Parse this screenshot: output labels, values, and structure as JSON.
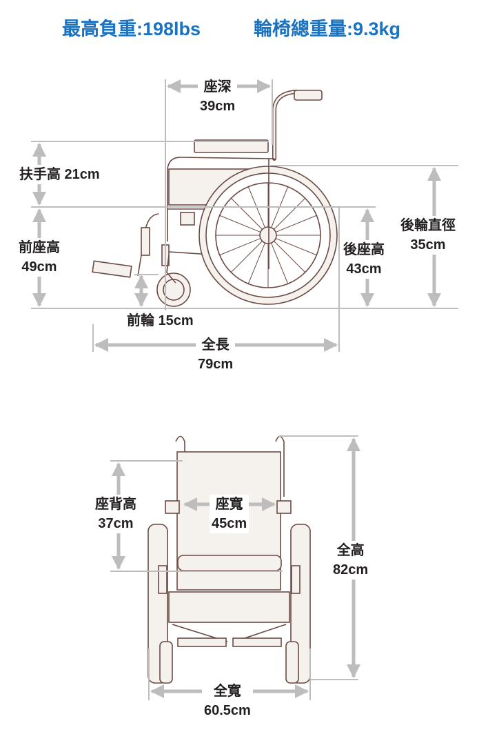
{
  "header": {
    "max_load": "最高負重:198lbs",
    "chair_weight": "輪椅總重量:9.3kg"
  },
  "side_view": {
    "seat_depth": {
      "name": "座深",
      "value": "39cm"
    },
    "armrest_height": {
      "name": "扶手高 21cm"
    },
    "front_seat_height": {
      "name": "前座高",
      "value": "49cm"
    },
    "front_wheel": {
      "name": "前輪 15cm"
    },
    "total_length": {
      "name": "全長",
      "value": "79cm"
    },
    "rear_seat_height": {
      "name": "後座高",
      "value": "43cm"
    },
    "rear_wheel_diameter": {
      "name": "後輪直徑",
      "value": "35cm"
    }
  },
  "front_view": {
    "backrest_height": {
      "name": "座背高",
      "value": "37cm"
    },
    "seat_width": {
      "name": "座寬",
      "value": "45cm"
    },
    "total_height": {
      "name": "全高",
      "value": "82cm"
    },
    "total_width": {
      "name": "全寬",
      "value": "60.5cm"
    }
  },
  "colors": {
    "title": "#1b72c0",
    "outline": "#6b4a44",
    "dimension": "#bdbdbd"
  }
}
